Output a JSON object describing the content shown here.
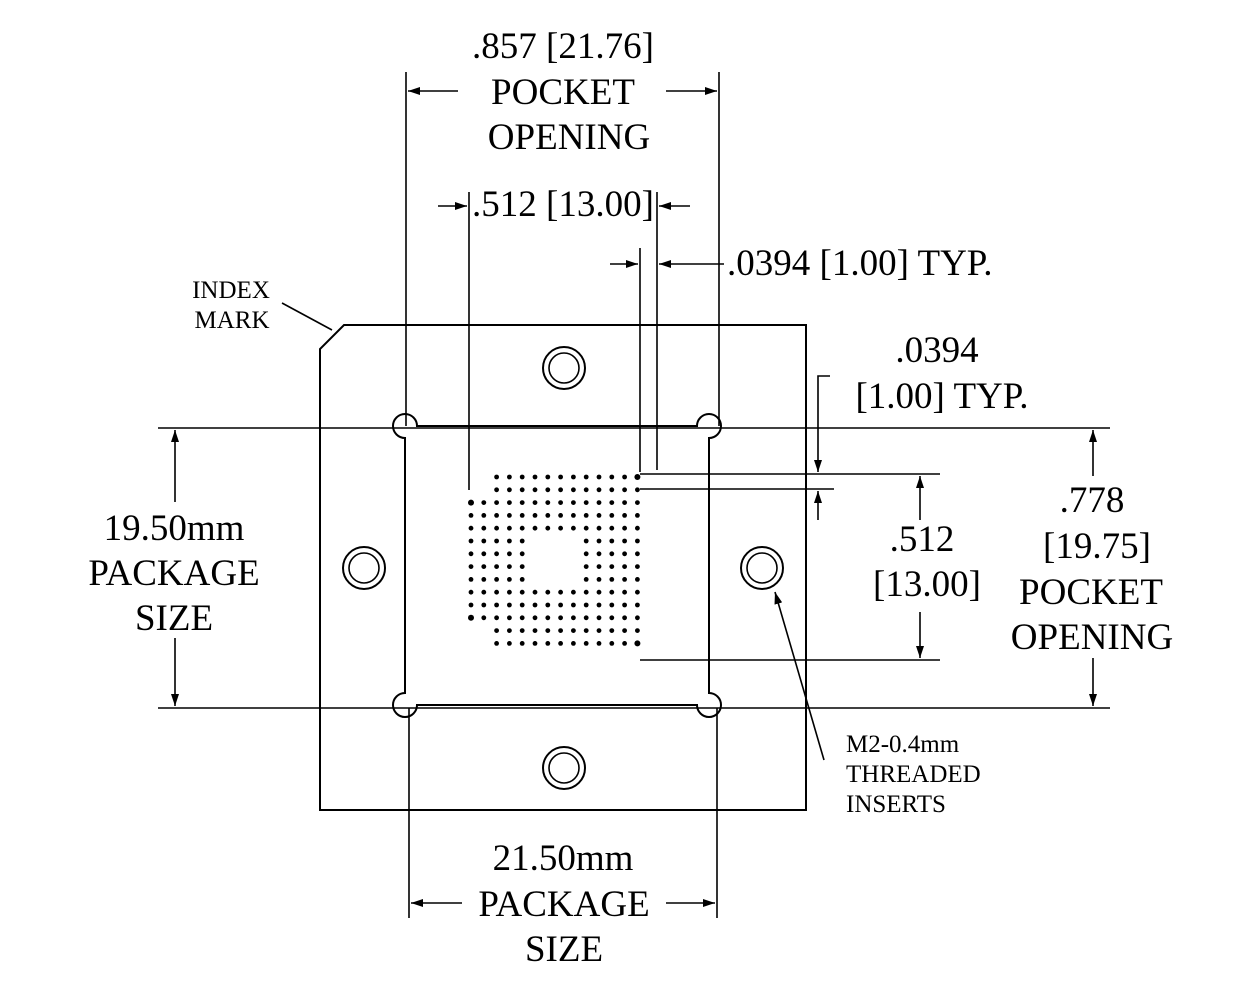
{
  "labels": {
    "pocket_w_1": ".857 [21.76]",
    "pocket_w_2": "POCKET",
    "pocket_w_3": "OPENING",
    "pitch_x": ".512 [13.00]",
    "ball_typ_x": ".0394 [1.00] TYP.",
    "index_1": "INDEX",
    "index_2": "MARK",
    "ball_typ_y_1": ".0394",
    "ball_typ_y_2": "[1.00] TYP.",
    "pkg_h_1": "19.50mm",
    "pkg_h_2": "PACKAGE",
    "pkg_h_3": "SIZE",
    "pitch_y_1": ".512",
    "pitch_y_2": "[13.00]",
    "pocket_h_1": ".778",
    "pocket_h_2": "[19.75]",
    "pocket_h_3": "POCKET",
    "pocket_h_4": "OPENING",
    "insert_1": "M2-0.4mm",
    "insert_2": "THREADED",
    "insert_3": "INSERTS",
    "pkg_w_1": "21.50mm",
    "pkg_w_2": "PACKAGE",
    "pkg_w_3": "SIZE"
  },
  "ball_array": {
    "columns": 14,
    "rows": 14,
    "depopulated_center": "4x4",
    "outer_corners_removed": true
  },
  "colors": {
    "line": "#000000",
    "background": "#ffffff"
  }
}
